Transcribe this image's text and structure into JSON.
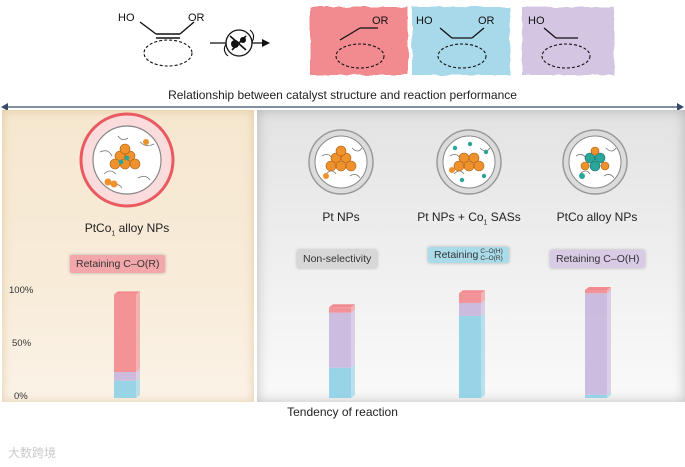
{
  "scheme": {
    "reactant": {
      "ho": "HO",
      "or": "OR"
    },
    "products": [
      {
        "label_left": "",
        "label_right": "OR",
        "color": "#f28b8f"
      },
      {
        "label_left": "HO",
        "label_right": "OR",
        "color": "#a7d9ea"
      },
      {
        "label_left": "HO",
        "label_right": "",
        "color": "#d4c6e3"
      }
    ]
  },
  "relation_title": "Relationship between catalyst structure and reaction performance",
  "catalysts": [
    {
      "name": "PtCo",
      "sub": "1",
      "name_rest": " alloy NPs",
      "badge": "Retaining C–O(R)",
      "badge_class": "b-red"
    },
    {
      "name": "Pt NPs",
      "sub": "",
      "name_rest": "",
      "badge": "Non-selectivity",
      "badge_class": "b-grey"
    },
    {
      "name": "Pt NPs + Co",
      "sub": "1",
      "name_rest": " SASs",
      "badge": "Retaining",
      "badge_sup": "C–O(H)",
      "badge_sub": "C–O(R)",
      "badge_class": "b-blue"
    },
    {
      "name": "PtCo alloy NPs",
      "sub": "",
      "name_rest": "",
      "badge": "Retaining C–O(H)",
      "badge_class": "b-purple"
    }
  ],
  "axis": {
    "ticks": [
      "100%",
      "50%",
      "0%"
    ]
  },
  "tendency_title": "Tendency of reaction",
  "colors": {
    "red": "#f28b8f",
    "blue": "#8fd0e6",
    "purple": "#c8b6dc",
    "pt": "#f0922c",
    "co": "#2aa59a"
  },
  "chart_data": {
    "type": "bar",
    "categories": [
      "PtCo1 alloy NPs",
      "Pt NPs",
      "Pt NPs + Co1 SASs",
      "PtCo alloy NPs"
    ],
    "ylim": [
      0,
      100
    ],
    "series": [
      {
        "name": "Retaining C–O(H)",
        "color": "#8fd0e6",
        "values": [
          16,
          28,
          76,
          3
        ]
      },
      {
        "name": "Non-selectivity",
        "color": "#c8b6dc",
        "values": [
          8,
          51,
          12,
          94
        ]
      },
      {
        "name": "Retaining C–O(R)",
        "color": "#f28b8f",
        "values": [
          72,
          5,
          9,
          3
        ]
      }
    ]
  },
  "watermark": "大数跨境"
}
